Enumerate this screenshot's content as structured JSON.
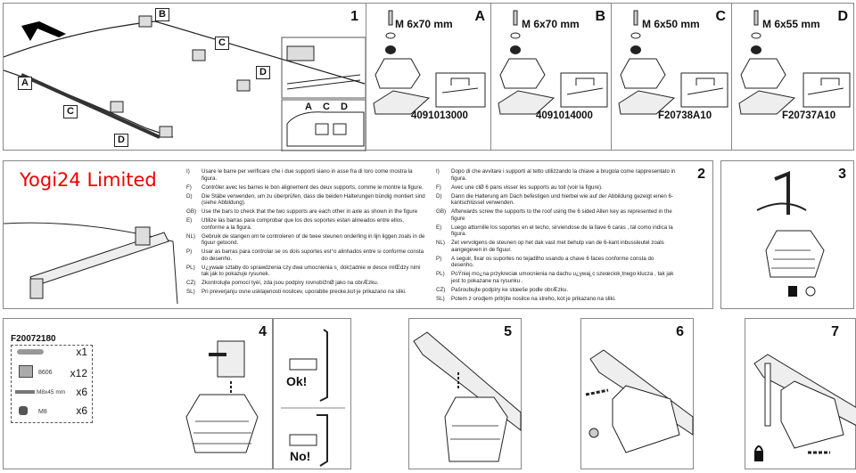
{
  "step1": {
    "number": "1",
    "labels": [
      "A",
      "B",
      "C",
      "D"
    ],
    "inset_labels": [
      "A",
      "C",
      "D"
    ]
  },
  "supports": [
    {
      "letter": "A",
      "screw": "M 6x70    mm",
      "code": "4091013000"
    },
    {
      "letter": "B",
      "screw": "M 6x70 mm",
      "code": "4091014000"
    },
    {
      "letter": "C",
      "screw": "M 6x50 mm",
      "code": "F20738A10"
    },
    {
      "letter": "D",
      "screw": "M 6x55 mm",
      "code": "F20737A10"
    }
  ],
  "step2": {
    "number": "2",
    "left": [
      {
        "lang": "I)",
        "text": "Usare le barre per verificare che i due supporti siano in asse fra di loro come mostra la figura."
      },
      {
        "lang": "F)",
        "text": "Contrôler avec les barres le bon alignement des deux supports, comme le montre la figure."
      },
      {
        "lang": "D)",
        "text": "Die Stäbe verwenden, um zu überprüfen, dass die beiden Halterungen bündig montiert sind (siehe Abbildung)."
      },
      {
        "lang": "GB)",
        "text": "Use the bars to check that the two supports are each other  in axle as shown in the figure"
      },
      {
        "lang": "E)",
        "text": "Utilize las barras para comprobar que los dos soportes estan alineados entre ellos, conforme a la figura."
      },
      {
        "lang": "NL)",
        "text": "Gebruik de stangen om te controleren of de twee steunen onderling in lijn liggen zoals in de figuur getoond."
      },
      {
        "lang": "P)",
        "text": "Usar as barras para controlar se os dois suportes est°o alinhados entre si conforme consta do desenho."
      },
      {
        "lang": "PL)",
        "text": "U¿ywaæ sztaby do sprawdzenia czy dwa umocnienia s¸ dok‡adnie w desce mi­Œdzy nimi tak jak to pokazuje rysunek."
      },
      {
        "lang": "CZ)",
        "text": "Zkontrolujte pomocí tyèí, zda jsou podpìry rovnobìžnØ jako na obrÆzku."
      },
      {
        "lang": "SL)",
        "text": "Pri preverjanju osne usklajenosti nosilcev, uporabite precke,kot je prikazano na sliki."
      }
    ],
    "right": [
      {
        "lang": "I)",
        "text": "Dopo di che avvitare i supporti al tetto utilizzando la chiave a brugola come rappresentato in figura."
      },
      {
        "lang": "F)",
        "text": "Avec une clØ 6 pans visser les supports au toit (voir la figure)."
      },
      {
        "lang": "D)",
        "text": "Dann die Halterung am Dach befestigen und hierbei wie auf der Abbildung gezeigt einen 6-kantschlüssel verwenden."
      },
      {
        "lang": "GB)",
        "text": "Afterwards screw the supports to the roof using the 6 sided Allen key as represented in the figure"
      },
      {
        "lang": "E)",
        "text": "Luego attornille los soportes en el techo, sirviendose de la llave 6 caras , tal como indica la figura."
      },
      {
        "lang": "NL)",
        "text": "Zet vervolgens de steunen op het dak vast met behulp van de 6-kant  inbussleutel zoals aangegeven in de figuur."
      },
      {
        "lang": "P)",
        "text": "A seguir, fixar os suportes no tejadilho usando a chave 6 faces  conforme consta do desenho."
      },
      {
        "lang": "PL)",
        "text": "PoŸniej mo¿na przykreciæ umocnienia na dachu u¿ywaj¸c szeœciok¸tnego klucza , tak jak jest to pokazane na rysunku ."
      },
      {
        "lang": "CZ)",
        "text": "Pašroubujte podpìry ke stœeše podle obrÆzku."
      },
      {
        "lang": "SL)",
        "text": "Potem z orodjem pritrjite nosilce na streho, kot je prikazano na sliki."
      }
    ]
  },
  "step3": {
    "number": "3"
  },
  "step4": {
    "number": "4",
    "kit_code": "F20072180",
    "parts": [
      {
        "icon": "wrench",
        "label": "",
        "qty": "x1"
      },
      {
        "icon": "clip",
        "label": "8606",
        "qty": "x12"
      },
      {
        "icon": "bolt",
        "label": "M8x45 mm",
        "qty": "x6"
      },
      {
        "icon": "nut",
        "label": "M8",
        "qty": "x6"
      }
    ],
    "ok_label": "Ok!",
    "no_label": "No!"
  },
  "step5": {
    "number": "5"
  },
  "step6": {
    "number": "6"
  },
  "step7": {
    "number": "7"
  },
  "watermark": "Yogi24 Limited"
}
